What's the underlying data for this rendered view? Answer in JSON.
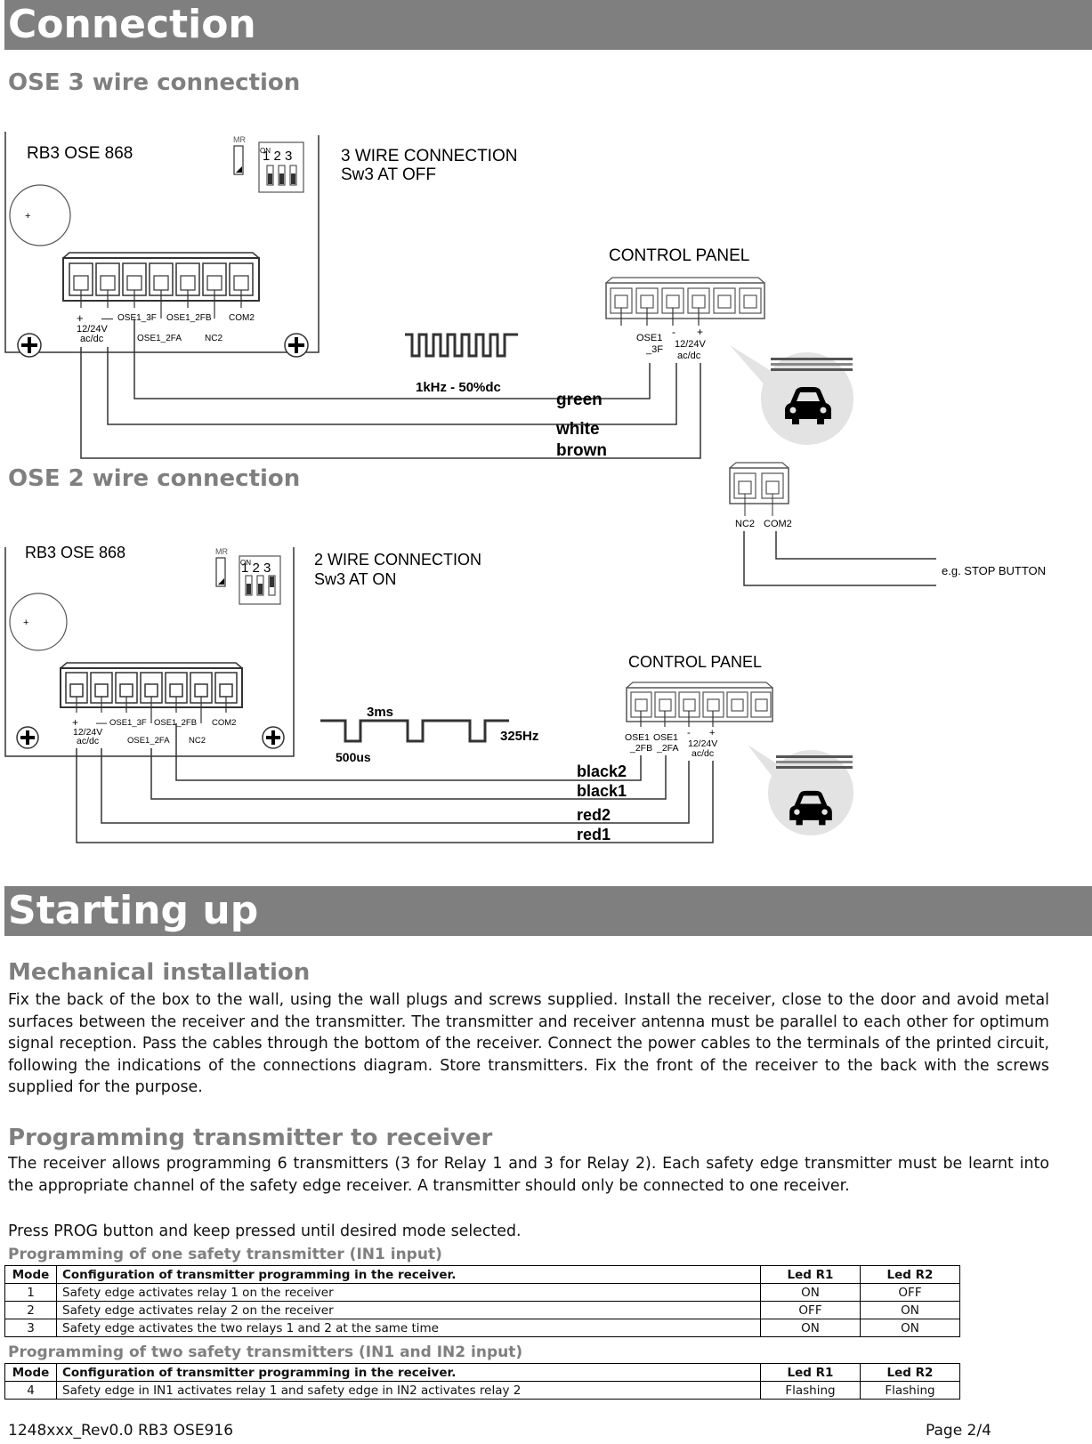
{
  "sections": {
    "connection": "Connection",
    "starting_up": "Starting up"
  },
  "diagram3": {
    "heading": "OSE 3 wire connection",
    "device": "RB3 OSE 868",
    "mr": "MR",
    "sw_label": "1 2 3",
    "title_line1": "3 WIRE CONNECTION",
    "title_line2": "Sw3 AT OFF",
    "control_panel": "CONTROL PANEL",
    "terminal_top": [
      "+",
      "—",
      "OSE1_3F",
      "OSE1_2FB",
      "COM2"
    ],
    "terminal_bottom": [
      "12/24V",
      "ac/dc",
      "OSE1_2FA",
      "NC2"
    ],
    "cp_labels": [
      "OSE1",
      "_3F",
      "-",
      "+",
      "12/24V",
      "ac/dc"
    ],
    "signal": "1kHz - 50%dc",
    "wires": [
      "green",
      "white",
      "brown"
    ]
  },
  "stop": {
    "labels": [
      "NC2",
      "COM2"
    ],
    "note": "e.g. STOP BUTTON"
  },
  "diagram2": {
    "heading": "OSE 2 wire connection",
    "device": "RB3 OSE 868",
    "mr": "MR",
    "sw_label": "1 2 3",
    "title_line1": "2 WIRE CONNECTION",
    "title_line2": "Sw3 AT ON",
    "control_panel": "CONTROL PANEL",
    "terminal_top": [
      "+",
      "—",
      "OSE1_3F",
      "OSE1_2FB",
      "COM2"
    ],
    "terminal_bottom": [
      "12/24V",
      "ac/dc",
      "OSE1_2FA",
      "NC2"
    ],
    "cp_labels": [
      "OSE1",
      "_2FB",
      "OSE1",
      "_2FA",
      "-",
      "+",
      "12/24V",
      "ac/dc"
    ],
    "signal_top": "3ms",
    "signal_left": "500us",
    "signal_right": "325Hz",
    "wires": [
      "black2",
      "black1",
      "red2",
      "red1"
    ]
  },
  "mechanical": {
    "heading": "Mechanical installation",
    "text": "Fix the back of the box to the wall, using the wall plugs and screws supplied. Install the receiver, close to the door and avoid metal surfaces between the receiver and the transmitter. The transmitter and receiver antenna must be parallel to each other for optimum signal reception. Pass the cables through the bottom of the receiver. Connect the power cables to the terminals of the printed circuit, following the indications of the connections diagram. Store transmitters. Fix the front of the receiver to the back with the screws supplied for the purpose."
  },
  "programming": {
    "heading": "Programming transmitter to receiver",
    "text": "The receiver allows programming 6 transmitters (3 for Relay 1 and 3 for Relay 2). Each safety edge transmitter must be learnt into the appropriate channel of the safety edge receiver. A transmitter should only be connected to one receiver.",
    "press": "Press PROG button and keep pressed until desired mode selected."
  },
  "table1": {
    "title": "Programming of one safety transmitter (IN1 input)",
    "headers": [
      "Mode",
      "Configuration of transmitter programming in the receiver.",
      "Led R1",
      "Led R2"
    ],
    "rows": [
      [
        "1",
        "Safety edge activates relay 1 on the receiver",
        "ON",
        "OFF"
      ],
      [
        "2",
        "Safety edge activates relay 2 on the receiver",
        "OFF",
        "ON"
      ],
      [
        "3",
        "Safety edge activates the two relays 1 and 2 at the same time",
        "ON",
        "ON"
      ]
    ]
  },
  "table2": {
    "title": "Programming of two safety transmitters (IN1 and IN2 input)",
    "headers": [
      "Mode",
      "Configuration of transmitter programming in the receiver.",
      "Led R1",
      "Led R2"
    ],
    "rows": [
      [
        "4",
        "Safety edge in IN1 activates relay 1 and safety edge in IN2 activates relay 2",
        "Flashing",
        "Flashing"
      ]
    ]
  },
  "footer": {
    "doc_id": "1248xxx_Rev0.0 RB3 OSE916",
    "page": "Page 2/4"
  }
}
